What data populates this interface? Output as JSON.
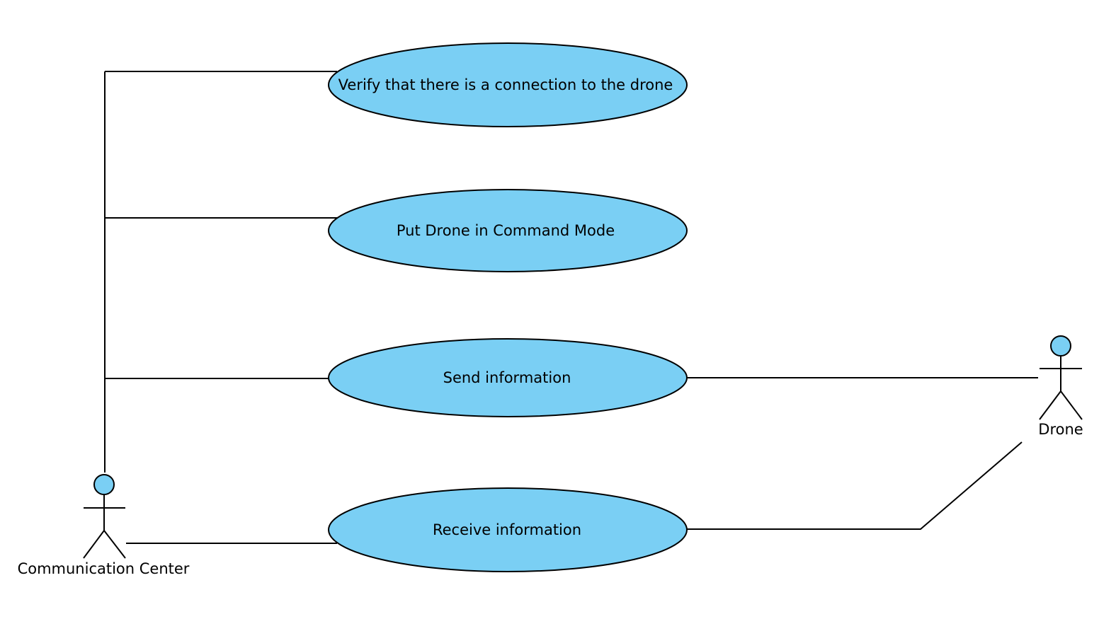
{
  "colors": {
    "shape_fill": "#7ACFF4",
    "line": "#000000",
    "background": "#FFFFFF"
  },
  "actors": {
    "communication_center": {
      "name": "Communication Center"
    },
    "drone": {
      "name": "Drone"
    }
  },
  "use_cases": {
    "verify_connection": {
      "label": "Verify that there is a connection to the drone"
    },
    "command_mode": {
      "label": "Put Drone in Command Mode"
    },
    "send_information": {
      "label": "Send information"
    },
    "receive_information": {
      "label": "Receive information"
    }
  }
}
